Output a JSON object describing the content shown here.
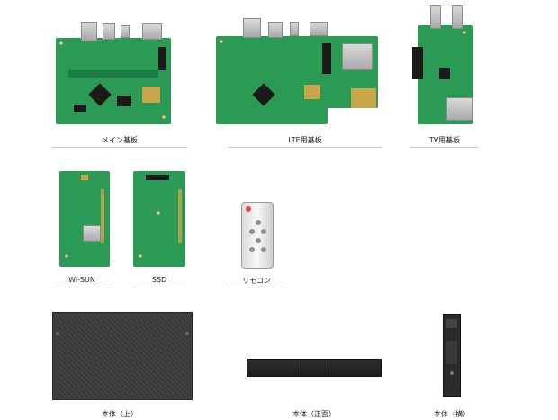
{
  "items": [
    {
      "key": "main-board",
      "caption": "メイン基板"
    },
    {
      "key": "lte-board",
      "caption": "LTE用基板"
    },
    {
      "key": "tv-board",
      "caption": "TV用基板"
    },
    {
      "key": "wisun",
      "caption": "Wi-SUN"
    },
    {
      "key": "ssd",
      "caption": "SSD"
    },
    {
      "key": "remote",
      "caption": "リモコン"
    },
    {
      "key": "body-top",
      "caption": "本体（上）"
    },
    {
      "key": "body-front",
      "caption": "本体（正面）"
    },
    {
      "key": "body-side",
      "caption": "本体（横）"
    }
  ],
  "colors": {
    "pcb": "#2a9a55",
    "case": "#3a3a3a",
    "caption_rule": "#c8c8c8"
  }
}
